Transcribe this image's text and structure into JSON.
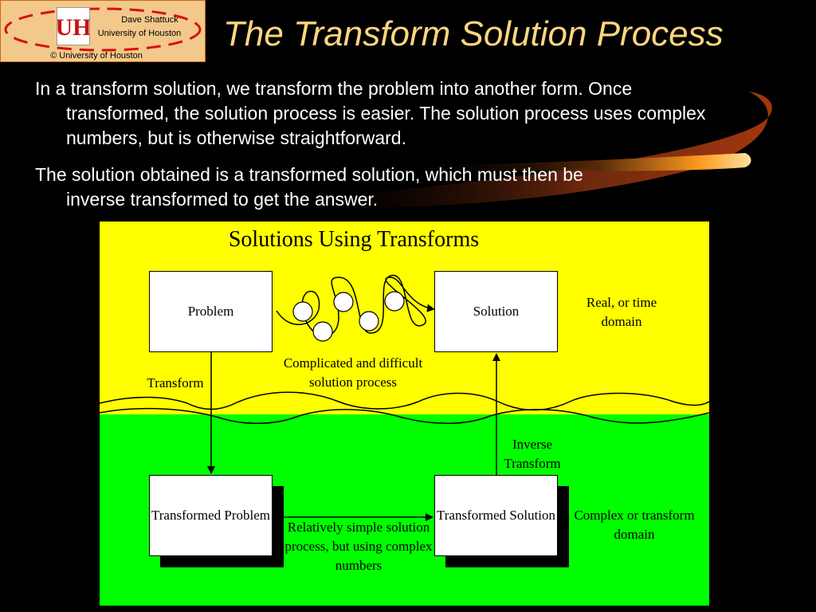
{
  "logo": {
    "monogram": "UH",
    "author": "Dave Shattuck",
    "institution": "University of Houston",
    "copyright": "© University of Houston"
  },
  "slide": {
    "title": "The Transform Solution Process",
    "paragraphs": [
      {
        "first_line": "In a transform solution, we transform the problem into another form.  Once",
        "continuation": "transformed, the solution process is easier.  The solution process uses complex numbers, but is otherwise straightforward."
      },
      {
        "first_line": "The solution obtained is a transformed solution, which must then be",
        "continuation": "inverse transformed to get the answer."
      }
    ]
  },
  "diagram": {
    "title": "Solutions Using Transforms",
    "boxes": {
      "problem": "Problem",
      "solution": "Solution",
      "transformed_problem": "Transformed Problem",
      "transformed_solution": "Transformed Solution"
    },
    "labels": {
      "transform": "Transform",
      "inverse_transform": "Inverse Transform",
      "complicated": "Complicated and difficult solution process",
      "simple": "Relatively simple solution process, but using complex numbers",
      "real_domain": "Real, or time domain",
      "complex_domain": "Complex or transform domain"
    },
    "colors": {
      "real_domain": "#ffff00",
      "complex_domain": "#00ff00",
      "title_text": "#ffd680"
    }
  }
}
